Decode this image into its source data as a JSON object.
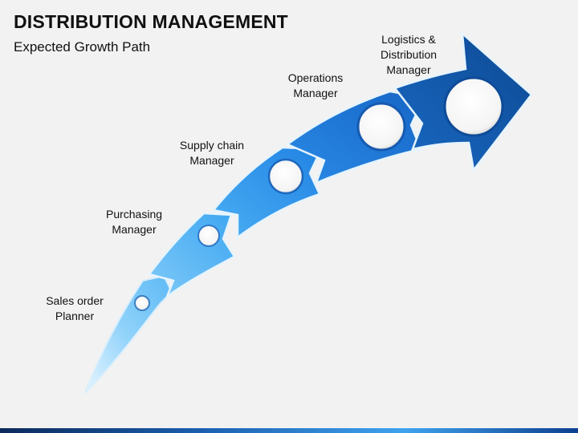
{
  "header": {
    "title": "DISTRIBUTION MANAGEMENT",
    "subtitle": "Expected Growth Path"
  },
  "stages": [
    {
      "line1": "Sales order",
      "line2": "Planner"
    },
    {
      "line1": "Purchasing",
      "line2": "Manager"
    },
    {
      "line1": "Supply chain",
      "line2": "Manager"
    },
    {
      "line1": "Operations",
      "line2": "Manager"
    },
    {
      "line1": "Logistics &",
      "line2": "Distribution",
      "line3": "Manager"
    }
  ],
  "colors": {
    "stage1": "#7cc8f7",
    "stage2": "#4fb2f4",
    "stage3": "#2d8ee8",
    "stage4": "#1a6fd0",
    "stage5": "#11539f",
    "accent": "#1f77d6"
  }
}
